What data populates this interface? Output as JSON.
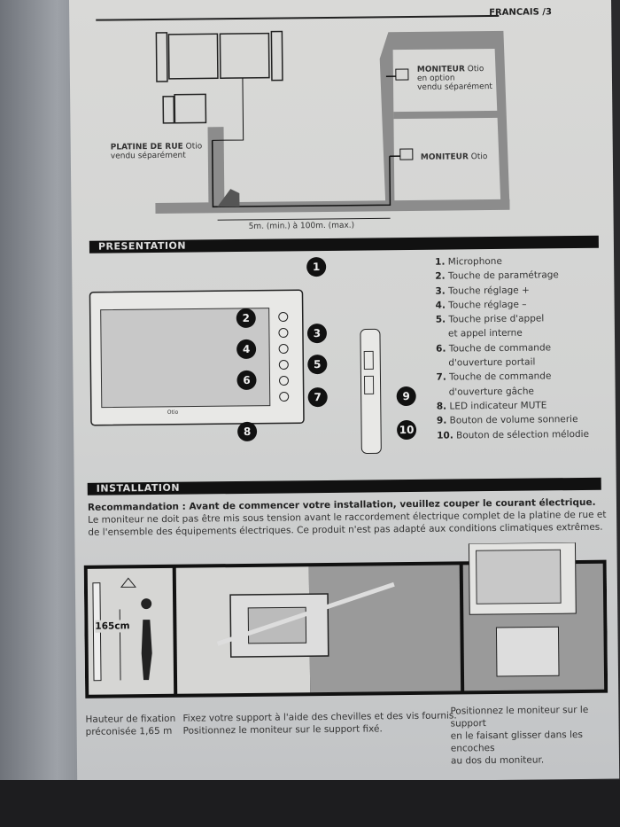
{
  "header": {
    "language": "FRANCAIS",
    "page": "/3"
  },
  "diagram": {
    "street_panel_label": "PLATINE DE RUE",
    "street_panel_brand": "Otio",
    "street_panel_note": "vendu séparément",
    "monitor_optional_label": "MONITEUR",
    "monitor_optional_brand": "Otio",
    "monitor_optional_note1": "en option",
    "monitor_optional_note2": "vendu séparément",
    "monitor_label": "MONITEUR",
    "monitor_brand": "Otio",
    "distance": "5m. (min.) à 100m. (max.)"
  },
  "presentation": {
    "title": "PRESENTATION",
    "device_logo": "Otio",
    "callouts": [
      "1",
      "2",
      "3",
      "4",
      "5",
      "6",
      "7",
      "8",
      "9",
      "10"
    ],
    "legend": [
      {
        "n": "1.",
        "text": "Microphone"
      },
      {
        "n": "2.",
        "text": "Touche de paramétrage"
      },
      {
        "n": "3.",
        "text": "Touche réglage +"
      },
      {
        "n": "4.",
        "text": "Touche réglage –"
      },
      {
        "n": "5.",
        "text": "Touche prise d'appel"
      },
      {
        "n": "",
        "text": "et appel interne"
      },
      {
        "n": "6.",
        "text": "Touche de commande"
      },
      {
        "n": "",
        "text": "d'ouverture portail"
      },
      {
        "n": "7.",
        "text": "Touche de commande"
      },
      {
        "n": "",
        "text": "d'ouverture gâche"
      },
      {
        "n": "8.",
        "text": "LED indicateur MUTE"
      },
      {
        "n": "9.",
        "text": "Bouton de volume sonnerie"
      },
      {
        "n": "10.",
        "text": "Bouton de sélection mélodie"
      }
    ]
  },
  "installation": {
    "title": "INSTALLATION",
    "recommendation": "Recommandation : Avant de commencer votre installation, veuillez couper le courant électrique.",
    "body1": "Le moniteur ne doit pas être mis sous tension avant le raccordement électrique complet de la platine de rue et",
    "body2": "de l'ensemble des équipements électriques. Ce produit n'est pas adapté aux conditions climatiques extrêmes.",
    "height_label": "165cm",
    "captions": [
      {
        "l1": "Hauteur de fixation",
        "l2": "préconisée 1,65 m"
      },
      {
        "l1": "Fixez votre support à l'aide des chevilles et des vis fournis.",
        "l2": "Positionnez le moniteur sur le support fixé."
      },
      {
        "l1": "Positionnez le moniteur sur le support",
        "l2": "en le faisant glisser dans les encoches",
        "l3": "au dos du moniteur."
      }
    ]
  }
}
